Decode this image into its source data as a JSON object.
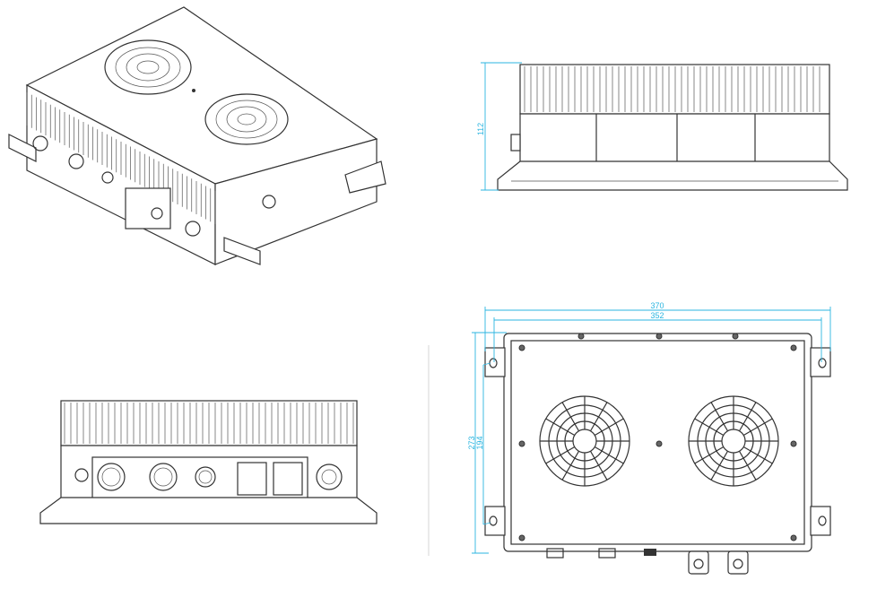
{
  "title": "Charger enclosure technical drawing",
  "dimensions": {
    "height": "112",
    "overall_length": "370",
    "mount_hole_spacing_length": "352",
    "overall_width": "273",
    "mount_hole_spacing_width": "194"
  },
  "colors": {
    "dimension": "#2bb5e0",
    "line": "#333333"
  }
}
